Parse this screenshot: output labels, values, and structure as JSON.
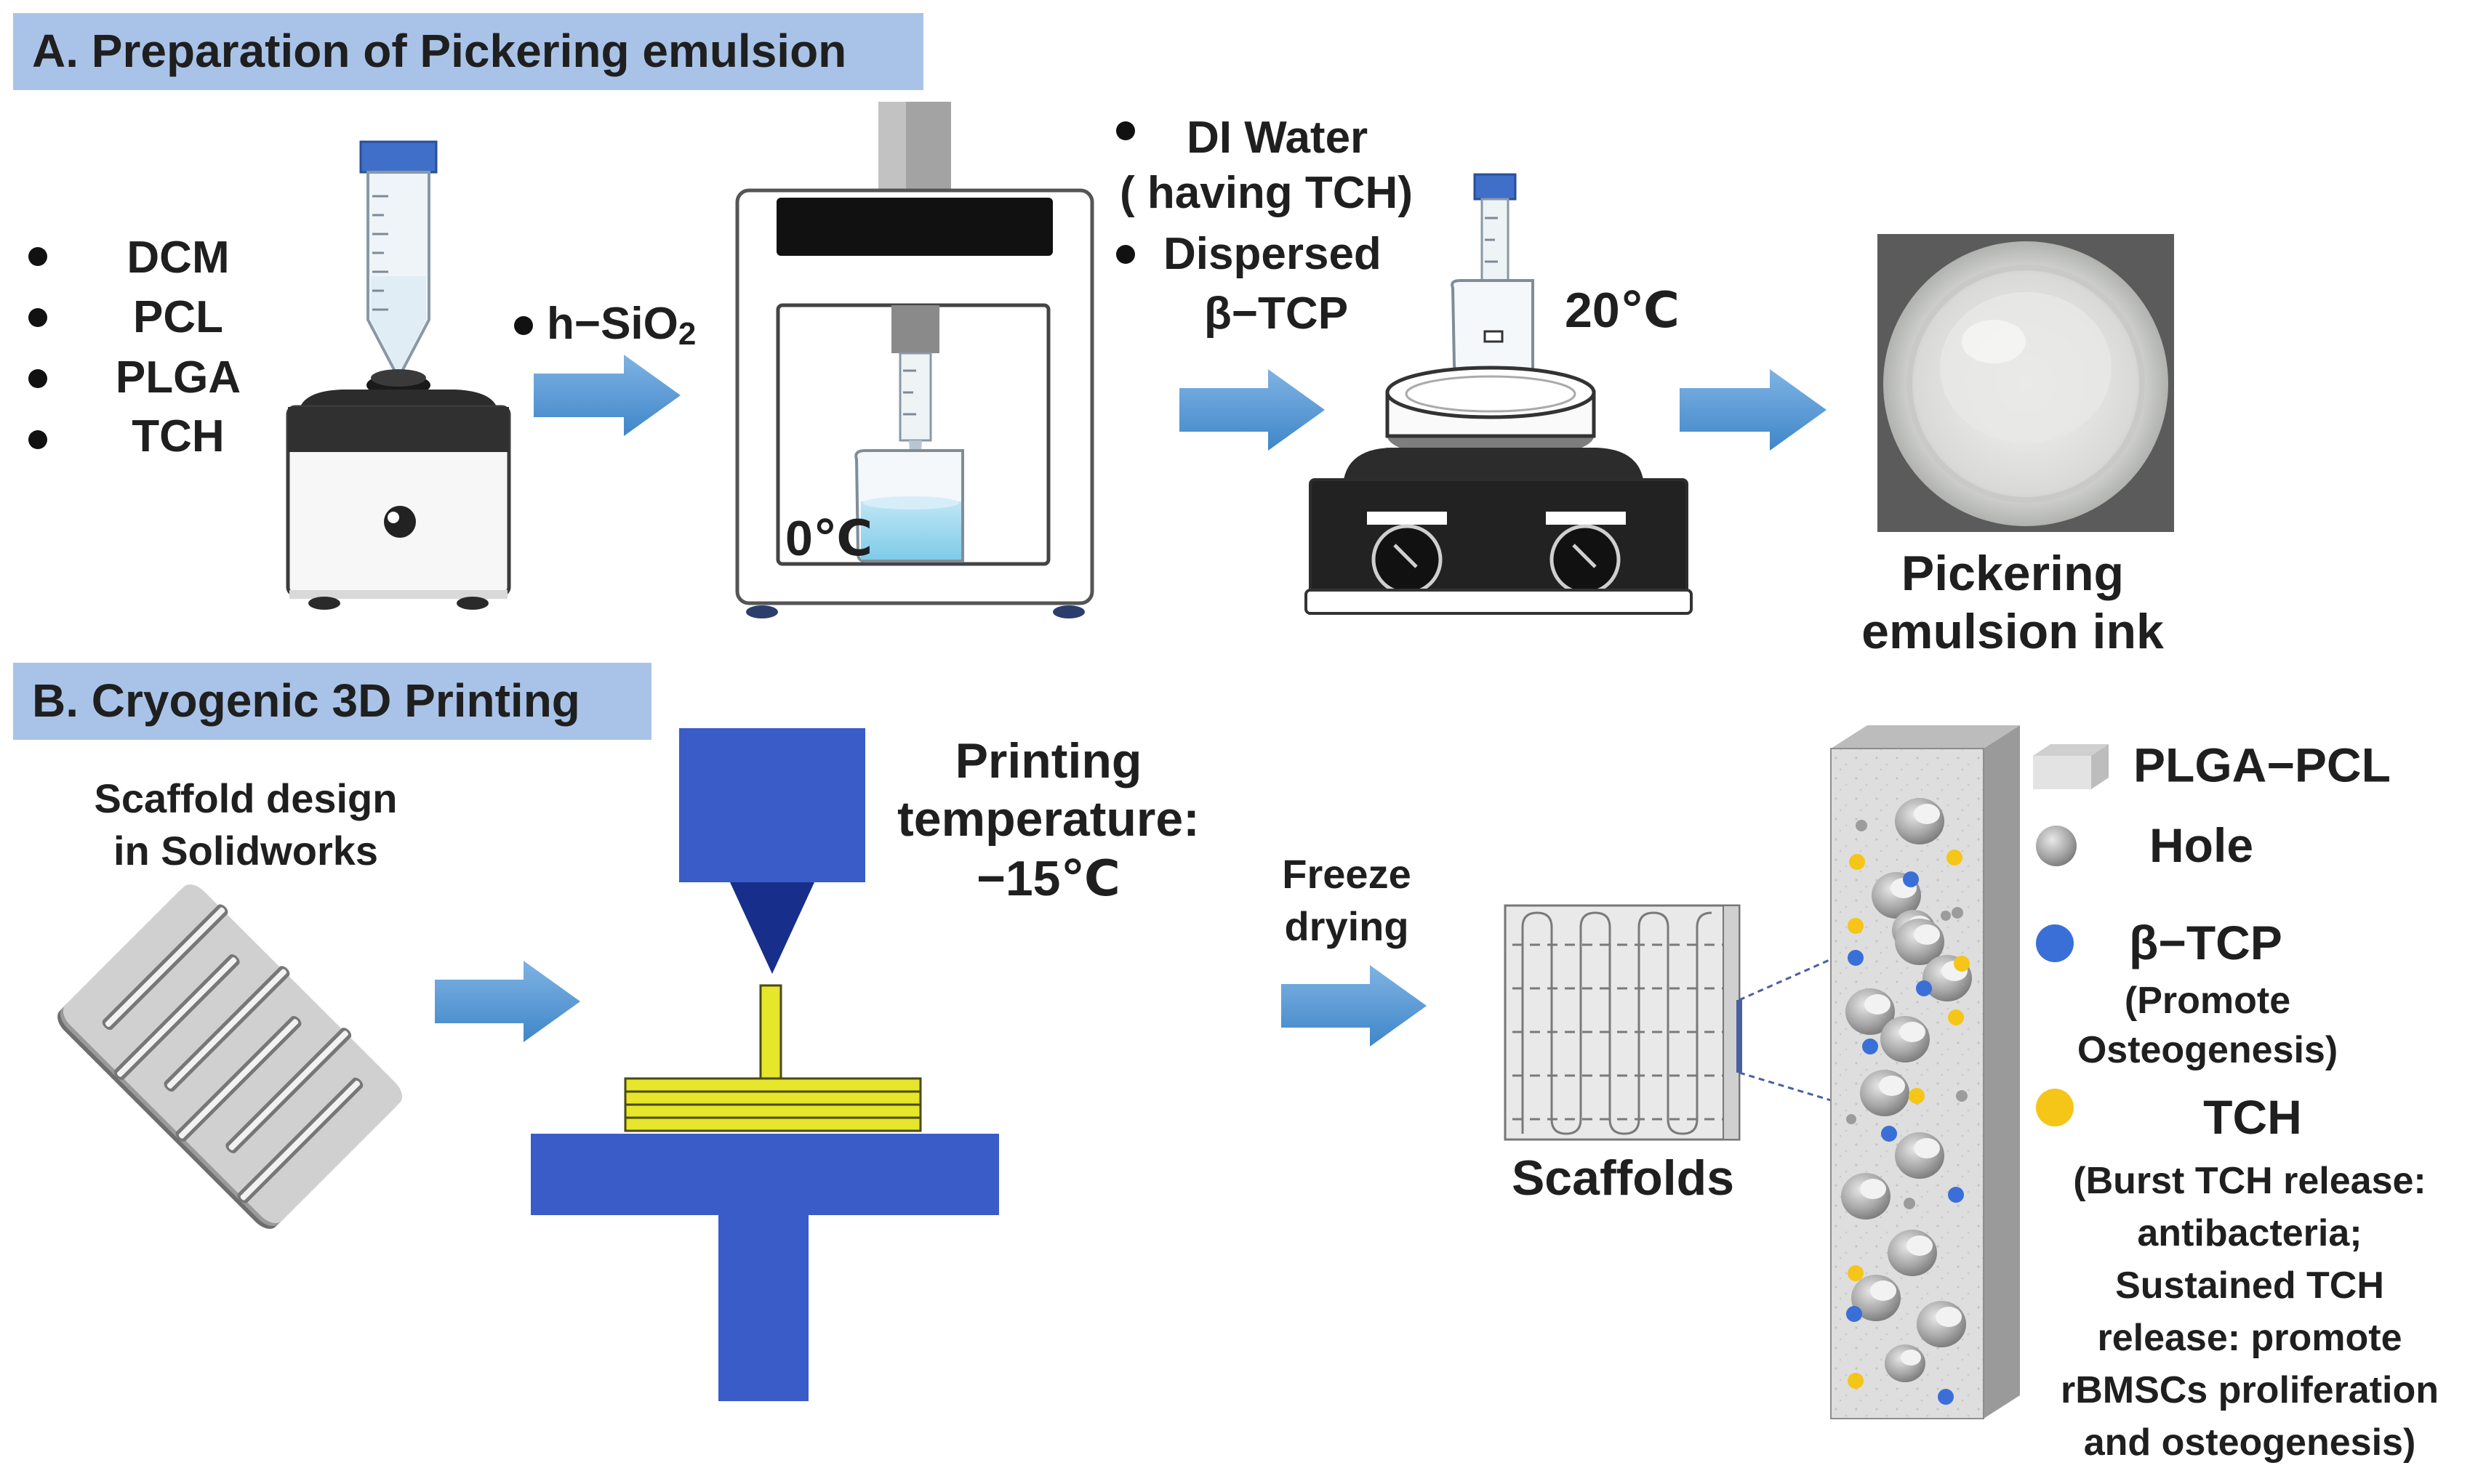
{
  "panel_a": {
    "title": "A. Preparation of Pickering emulsion",
    "solvents": [
      "DCM",
      "PCL",
      "PLGA",
      "TCH"
    ],
    "additive_prefix": "h−SiO",
    "additive_sub": "2",
    "cooling_temp": "0℃",
    "water_line1": "DI Water",
    "water_line2": "( having TCH)",
    "dispersed_line1": "Dispersed",
    "dispersed_line2": "β−TCP",
    "stir_temp": "20℃",
    "result_line1": "Pickering",
    "result_line2": "emulsion ink"
  },
  "panel_b": {
    "title": "B. Cryogenic 3D Printing",
    "design_line1": "Scaffold design",
    "design_line2": "in Solidworks",
    "print_line1": "Printing",
    "print_line2": "temperature:",
    "print_line3": "−15℃",
    "freeze_line1": "Freeze",
    "freeze_line2": "drying",
    "scaffolds_label": "Scaffolds"
  },
  "legend": {
    "plga_pcl": "PLGA−PCL",
    "hole": "Hole",
    "btcp": "β−TCP",
    "btcp_desc1": "(Promote",
    "btcp_desc2": "Osteogenesis)",
    "tch": "TCH",
    "tch_desc1": "(Burst TCH release:",
    "tch_desc2": "antibacteria;",
    "tch_desc3": "Sustained TCH",
    "tch_desc4": "release:  promote",
    "tch_desc5": "rBMSCs proliferation",
    "tch_desc6": "and osteogenesis)"
  },
  "colors": {
    "header_bg": "#a9c3e8",
    "arrow": "#5b9bd5",
    "printer_blue": "#3a5cc8",
    "nozzle_navy": "#172f8a",
    "filament_yellow": "#e6e62a",
    "btcp_blue": "#3a6fd8",
    "tch_yellow": "#f5c518",
    "hole_gray": "#9a9a9a"
  }
}
